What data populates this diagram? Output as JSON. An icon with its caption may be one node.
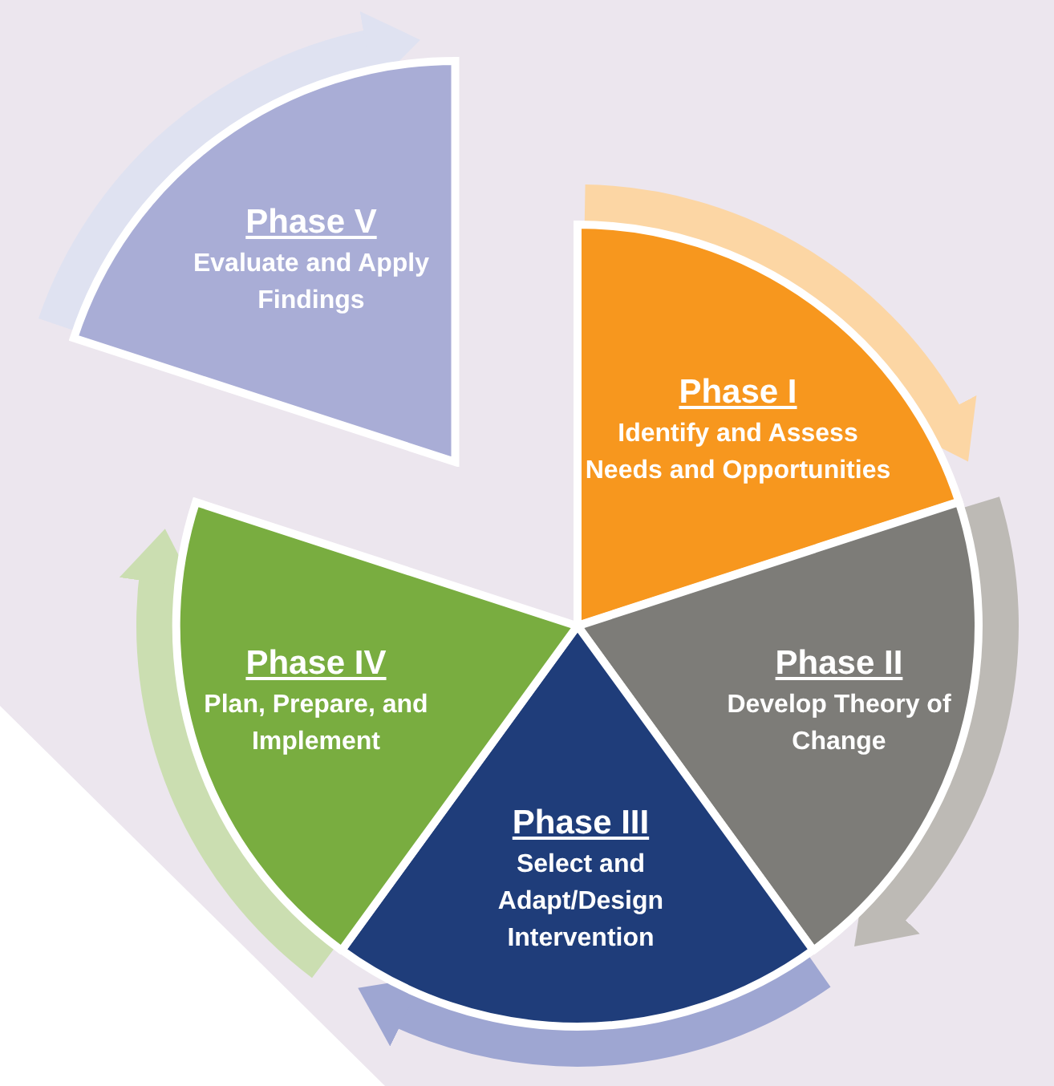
{
  "diagram": {
    "nodes": [
      {
        "text": [
          "Phase I",
          "Identify and Assess Needs and Opportunities"
        ]
      },
      {
        "text": [
          "Phase II",
          "Develop Theory of Change"
        ]
      },
      {
        "text": [
          "Phase III",
          "Select and Adapt/Design Intervention"
        ]
      },
      {
        "text": [
          "Phase IV",
          "Plan, Prepare, and Implement"
        ]
      },
      {
        "text": [
          "Phase V",
          "Evaluate and Apply Findings"
        ]
      }
    ]
  }
}
